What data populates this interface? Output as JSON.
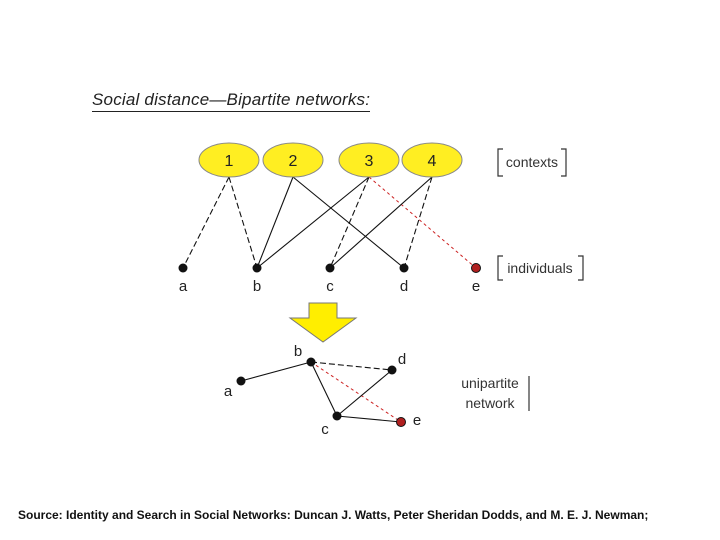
{
  "title": "Social distance—Bipartite networks:",
  "contexts": [
    "1",
    "2",
    "3",
    "4"
  ],
  "individuals": [
    "a",
    "b",
    "c",
    "d",
    "e"
  ],
  "labels": {
    "contexts": "contexts",
    "individuals": "individuals",
    "unipartite_line1": "unipartite",
    "unipartite_line2": "network"
  },
  "bipartite_edges": [
    {
      "from": "1",
      "to": "a",
      "style": "dashed"
    },
    {
      "from": "1",
      "to": "b",
      "style": "dashed"
    },
    {
      "from": "2",
      "to": "b",
      "style": "solid"
    },
    {
      "from": "2",
      "to": "d",
      "style": "solid"
    },
    {
      "from": "3",
      "to": "b",
      "style": "solid"
    },
    {
      "from": "3",
      "to": "c",
      "style": "dashed"
    },
    {
      "from": "3",
      "to": "e",
      "style": "red-dotted"
    },
    {
      "from": "4",
      "to": "c",
      "style": "solid"
    },
    {
      "from": "4",
      "to": "d",
      "style": "dashed"
    }
  ],
  "unipartite_edges": [
    {
      "from": "a",
      "to": "b",
      "style": "solid"
    },
    {
      "from": "b",
      "to": "d",
      "style": "dashed"
    },
    {
      "from": "b",
      "to": "c",
      "style": "solid"
    },
    {
      "from": "b",
      "to": "e",
      "style": "red-dotted"
    },
    {
      "from": "c",
      "to": "d",
      "style": "solid"
    },
    {
      "from": "c",
      "to": "e",
      "style": "solid"
    }
  ],
  "colors": {
    "context_fill": "#ffee22",
    "arrow_fill": "#ffee00",
    "red_edge": "#cc2222",
    "node": "#111111"
  },
  "source": "Source: Identity and Search in Social Networks: Duncan J. Watts, Peter Sheridan Dodds, and M. E. J. Newman;"
}
